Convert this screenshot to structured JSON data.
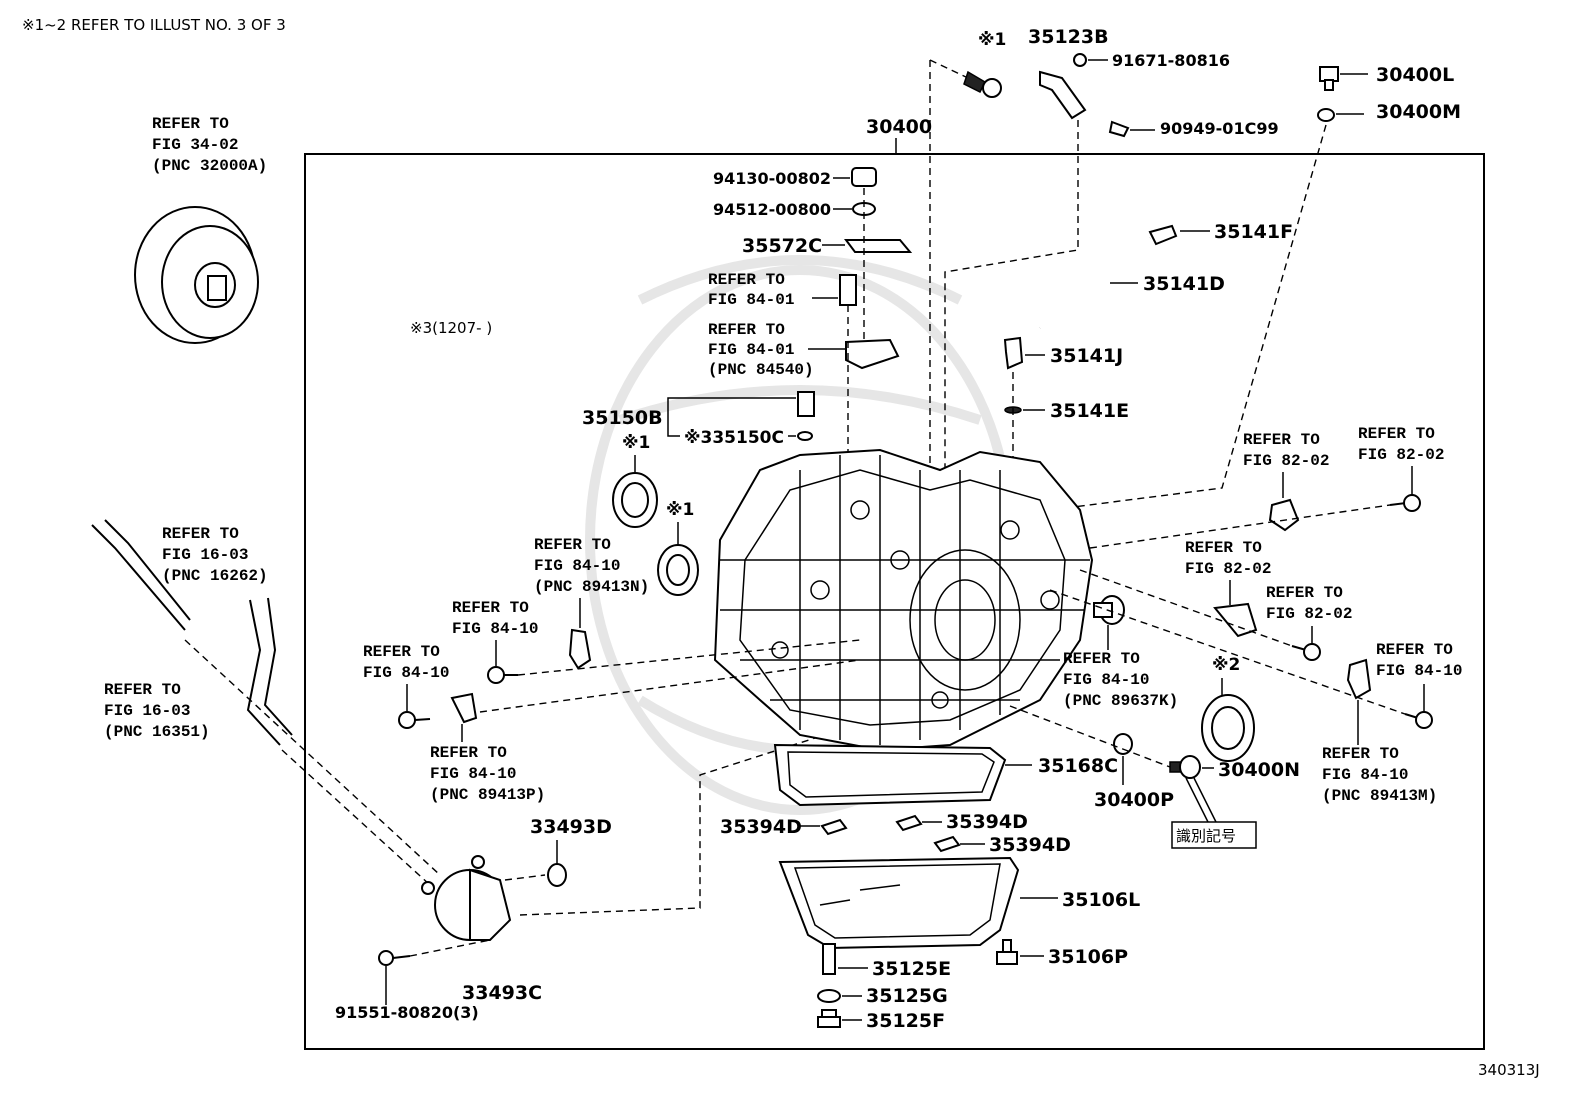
{
  "header": {
    "note": "※1~2 REFER TO ILLUST NO. 3 OF 3",
    "illustration_id": "340313J"
  },
  "assembly": {
    "label": "30400",
    "subnote": "※3(1207-    )"
  },
  "refs": {
    "r1": [
      "REFER TO",
      "FIG 34-02",
      "(PNC 32000A)"
    ],
    "r2": [
      "REFER TO",
      "FIG 84-01"
    ],
    "r3": [
      "REFER TO",
      "FIG 84-01",
      "(PNC 84540)"
    ],
    "r4": [
      "REFER TO",
      "FIG 16-03",
      "(PNC 16262)"
    ],
    "r5": [
      "REFER TO",
      "FIG 16-03",
      "(PNC 16351)"
    ],
    "r6": [
      "REFER TO",
      "FIG 84-10",
      "(PNC 89413N)"
    ],
    "r7": [
      "REFER TO",
      "FIG 84-10"
    ],
    "r8": [
      "REFER TO",
      "FIG 84-10"
    ],
    "r9": [
      "REFER TO",
      "FIG 84-10",
      "(PNC 89413P)"
    ],
    "r10": [
      "REFER TO",
      "FIG 82-02"
    ],
    "r11": [
      "REFER TO",
      "FIG 82-02"
    ],
    "r12": [
      "REFER TO",
      "FIG 82-02"
    ],
    "r13": [
      "REFER TO",
      "FIG 82-02"
    ],
    "r14": [
      "REFER TO",
      "FIG 84-10",
      "(PNC 89637K)"
    ],
    "r15": [
      "REFER TO",
      "FIG 84-10"
    ],
    "r16": [
      "REFER TO",
      "FIG 84-10",
      "(PNC 89413M)"
    ]
  },
  "parts": {
    "p35123B": "35123B",
    "p91671": "91671-80816",
    "p90949": "90949-01C99",
    "p30400L": "30400L",
    "p30400M": "30400M",
    "p94130": "94130-00802",
    "p94512": "94512-00800",
    "p35572C": "35572C",
    "p35141F": "35141F",
    "p35141D": "35141D",
    "p35141J": "35141J",
    "p35141E": "35141E",
    "p35150B": "35150B",
    "p35150C": "※335150C",
    "p35168C": "35168C",
    "p30400N": "30400N",
    "p30400P": "30400P",
    "p33493D": "33493D",
    "p33493C": "33493C",
    "p91551": "91551-80820(3)",
    "p35394D_a": "35394D",
    "p35394D_b": "35394D",
    "p35394D_c": "35394D",
    "p35106L": "35106L",
    "p35106P": "35106P",
    "p35125E": "35125E",
    "p35125G": "35125G",
    "p35125F": "35125F"
  },
  "marks": {
    "m1_top": "※1",
    "m1_seal_a": "※1",
    "m1_seal_b": "※1",
    "m2": "※2",
    "id_mark": "識別記号"
  }
}
